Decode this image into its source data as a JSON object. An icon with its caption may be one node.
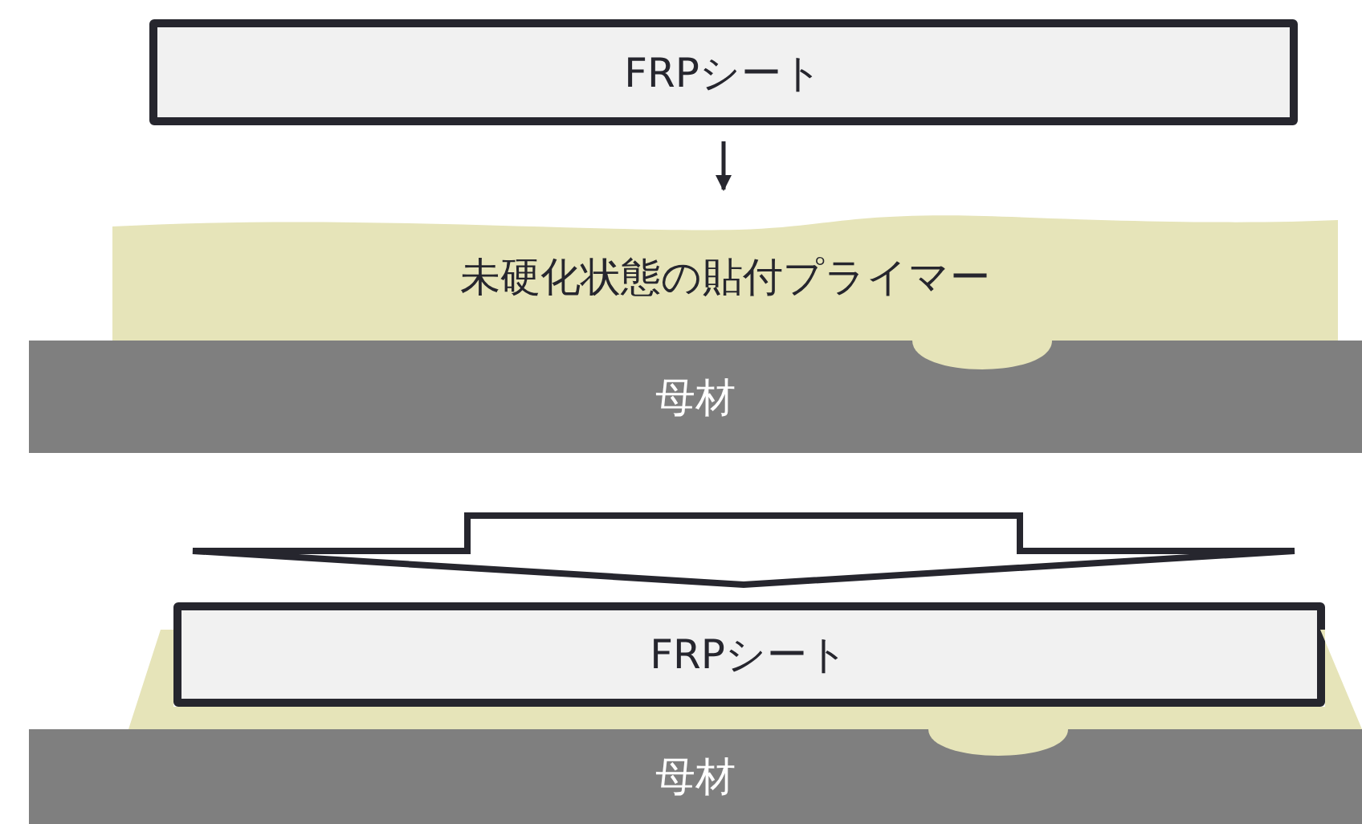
{
  "diagram": {
    "nodes": [
      {
        "text": [
          "FRPシート"
        ]
      },
      {
        "text": [
          "未硬化状態の貼付プライマー"
        ]
      },
      {
        "text": [
          "母材"
        ]
      },
      {
        "text": [
          "FRPシート"
        ]
      },
      {
        "text": [
          "母材"
        ]
      }
    ],
    "edges": [
      {
        "from": 0,
        "to": 1,
        "arrow": "to"
      }
    ]
  }
}
